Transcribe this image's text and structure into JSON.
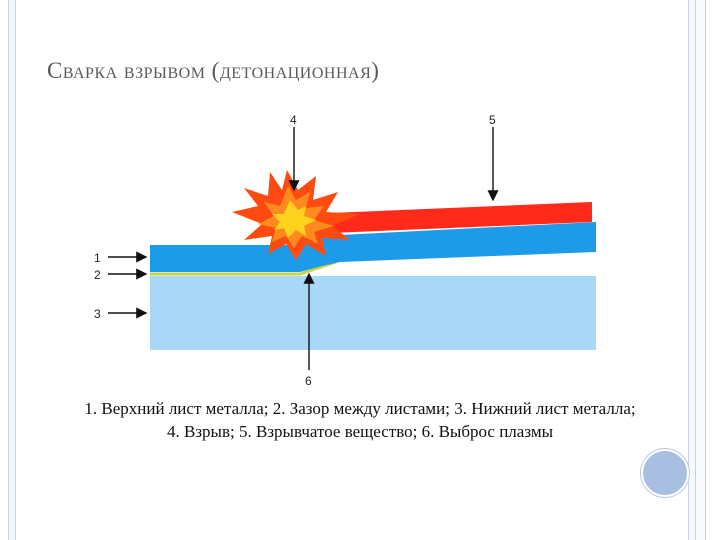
{
  "slide": {
    "title": "Сварка взрывом (детонационная)",
    "caption_line1": "1. Верхний лист металла; 2. Зазор между листами; 3. Нижний лист металла;",
    "caption_line2": "4. Взрыв; 5. Взрывчатое вещество; 6. Выброс плазмы"
  },
  "diagram": {
    "labels": {
      "l1": "1",
      "l2": "2",
      "l3": "3",
      "l4": "4",
      "l5": "5",
      "l6": "6"
    },
    "colors": {
      "explosive": "#ff2a1a",
      "top_sheet": "#1e9be8",
      "bottom_sheet": "#a9d8f7",
      "gap": "#c8d24a",
      "explosion_outer": "#ff4a10",
      "explosion_inner": "#ffd21e"
    },
    "icons": {
      "explosion": "explosion-burst-icon",
      "arrows": "arrow-icon"
    }
  },
  "nav": {
    "circle_button": "circle-button-icon"
  }
}
